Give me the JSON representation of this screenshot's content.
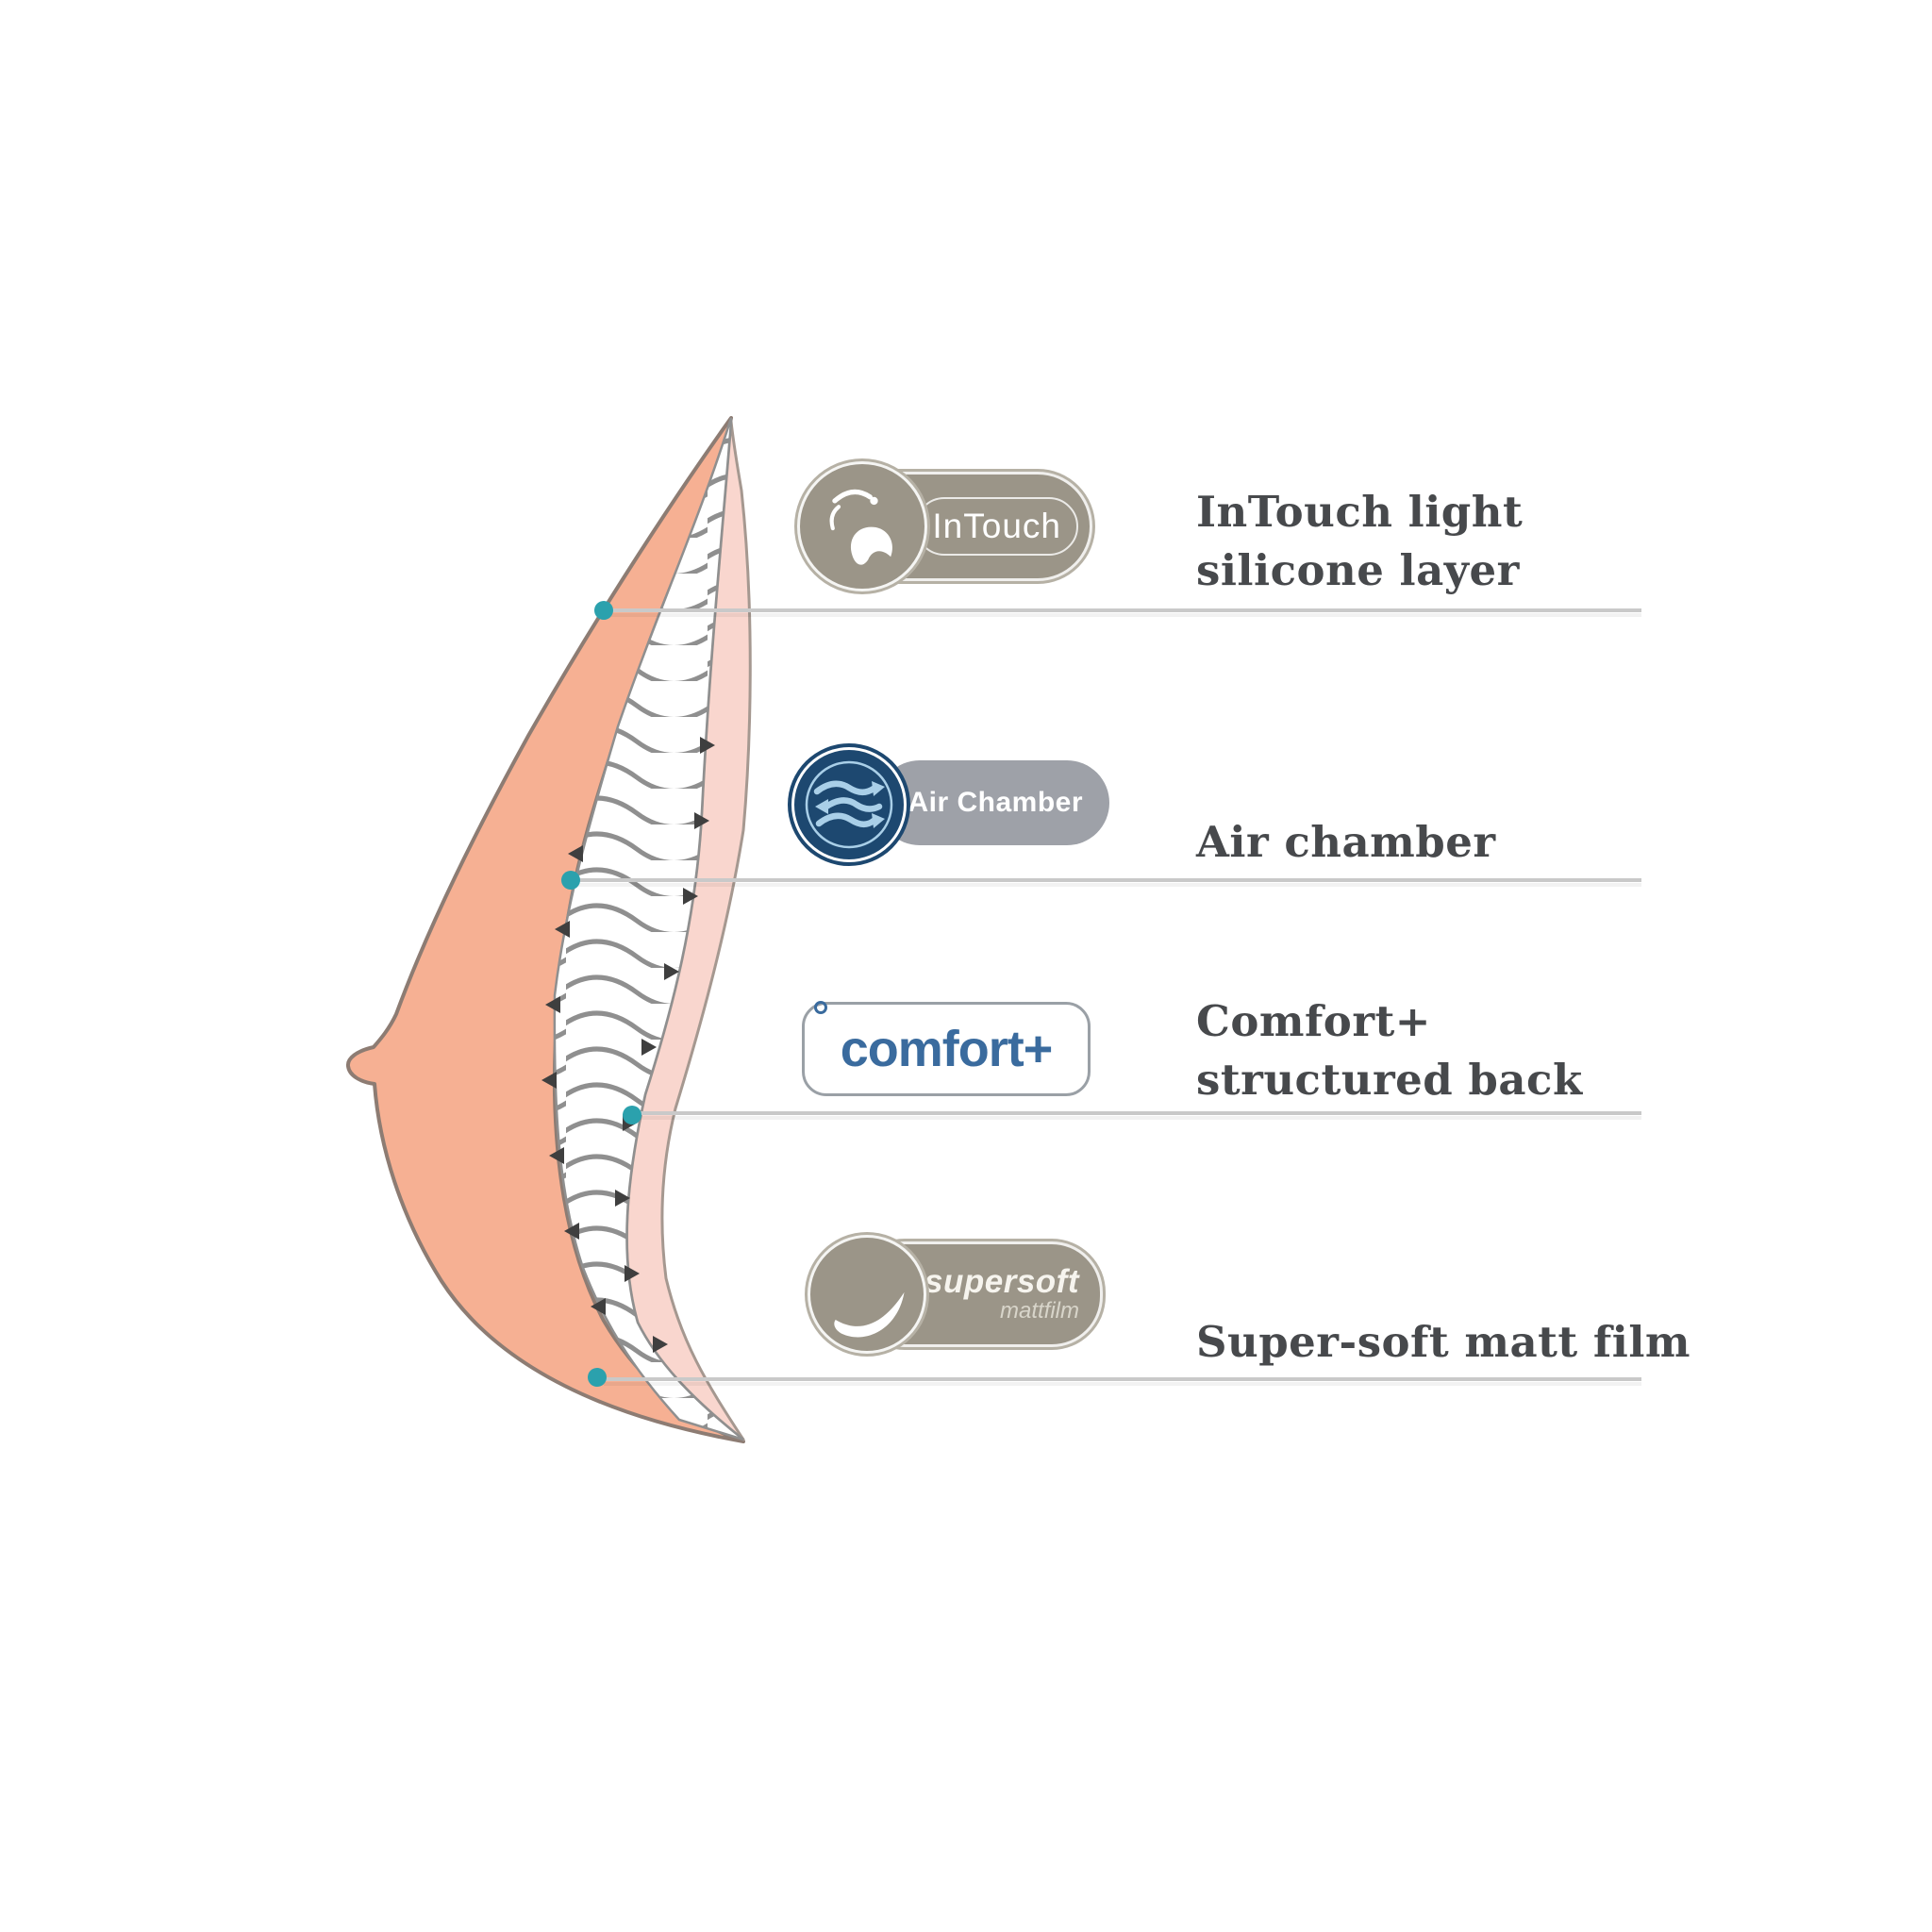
{
  "colors": {
    "salmon": "#F6B093",
    "salmon-outline": "#8D7C73",
    "pink-film": "#F9D6CE",
    "band-line": "#8F8F8F",
    "teal": "#2BA1AD",
    "navy": "#1D4870",
    "ice-blue": "#A9CFE8",
    "taupe": "#9B9588",
    "taupe-ring": "#B6B1A5",
    "pill-gray": "#9EA1A8",
    "comfort-blue": "#3A6B9E",
    "label": "#47494C",
    "callout-line": "#C9C9C9"
  },
  "badges": {
    "intouch": {
      "label": "InTouch"
    },
    "air_chamber": {
      "label": "Air Chamber"
    },
    "comfort": {
      "label": "comfort+"
    },
    "supersoft": {
      "label": "supersoft",
      "sublabel": "mattfilm"
    }
  },
  "callouts": [
    {
      "line1": "InTouch light",
      "line2": "silicone layer"
    },
    {
      "line1": "Air chamber",
      "line2": ""
    },
    {
      "line1": "Comfort+",
      "line2": "structured back"
    },
    {
      "line1": "Super-soft matt film",
      "line2": ""
    }
  ]
}
